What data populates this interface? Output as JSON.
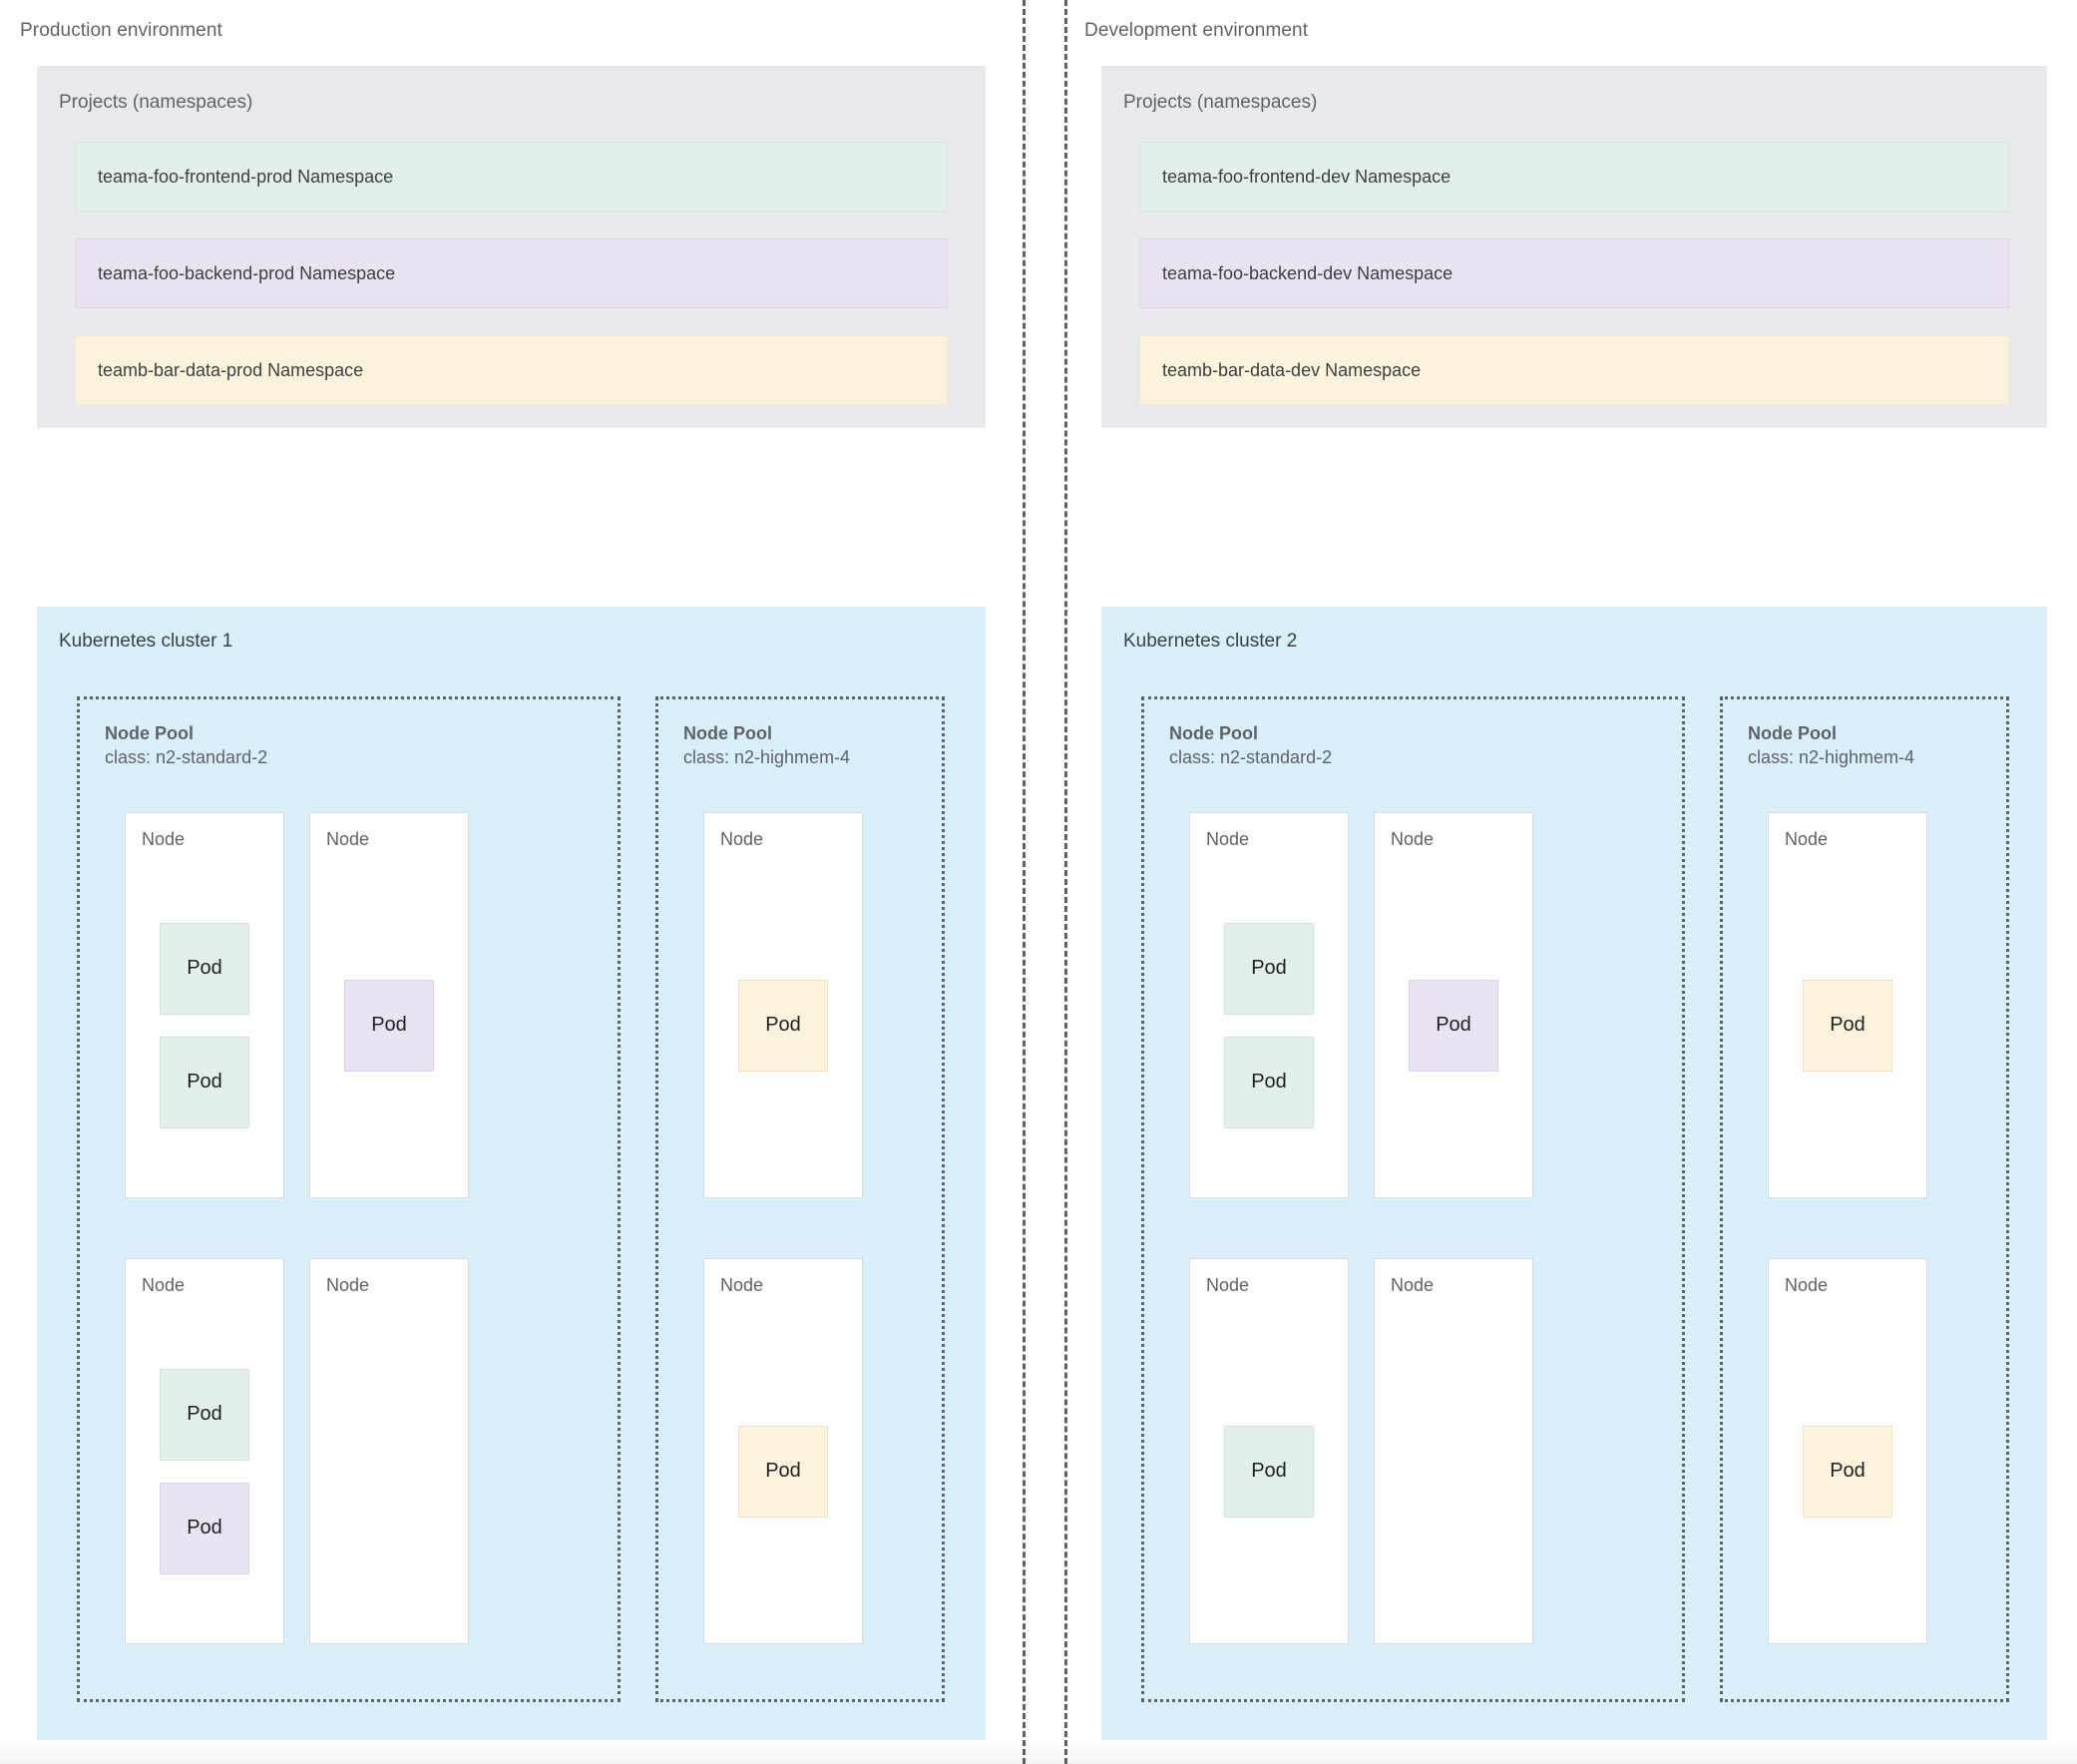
{
  "environments": [
    {
      "title": "Production environment",
      "projects": {
        "title": "Projects (namespaces)",
        "namespaces": [
          {
            "label": "teama-foo-frontend-prod Namespace",
            "color": "green"
          },
          {
            "label": "teama-foo-backend-prod Namespace",
            "color": "purple"
          },
          {
            "label": "teamb-bar-data-prod Namespace",
            "color": "yellow"
          }
        ]
      },
      "cluster": {
        "title": "Kubernetes cluster 1",
        "node_pools": [
          {
            "title": "Node Pool",
            "class": "class: n2-standard-2",
            "node_label": "Node",
            "pod_label": "Pod",
            "nodes": [
              {
                "pods": [
                  "green",
                  "green"
                ]
              },
              {
                "pods": [
                  "purple"
                ]
              },
              {
                "pods": [
                  "green",
                  "purple"
                ]
              },
              {
                "pods": []
              }
            ]
          },
          {
            "title": "Node Pool",
            "class": "class: n2-highmem-4",
            "node_label": "Node",
            "pod_label": "Pod",
            "nodes": [
              {
                "pods": [
                  "yellow"
                ]
              },
              {
                "pods": [
                  "yellow"
                ]
              }
            ]
          }
        ]
      }
    },
    {
      "title": "Development environment",
      "projects": {
        "title": "Projects (namespaces)",
        "namespaces": [
          {
            "label": "teama-foo-frontend-dev Namespace",
            "color": "green"
          },
          {
            "label": "teama-foo-backend-dev Namespace",
            "color": "purple"
          },
          {
            "label": "teamb-bar-data-dev Namespace",
            "color": "yellow"
          }
        ]
      },
      "cluster": {
        "title": "Kubernetes cluster 2",
        "node_pools": [
          {
            "title": "Node Pool",
            "class": "class: n2-standard-2",
            "node_label": "Node",
            "pod_label": "Pod",
            "nodes": [
              {
                "pods": [
                  "green",
                  "green"
                ]
              },
              {
                "pods": [
                  "purple"
                ]
              },
              {
                "pods": [
                  "green"
                ]
              },
              {
                "pods": []
              }
            ]
          },
          {
            "title": "Node Pool",
            "class": "class: n2-highmem-4",
            "node_label": "Node",
            "pod_label": "Pod",
            "nodes": [
              {
                "pods": [
                  "yellow"
                ]
              },
              {
                "pods": [
                  "yellow"
                ]
              }
            ]
          }
        ]
      }
    }
  ],
  "colors": {
    "green": "#e3f0e9",
    "purple": "#ebe3f2",
    "yellow": "#fbf3dc",
    "panel_grey": "#e8eaed",
    "cluster_blue": "#d9f0fc",
    "text": "#5f6368"
  }
}
